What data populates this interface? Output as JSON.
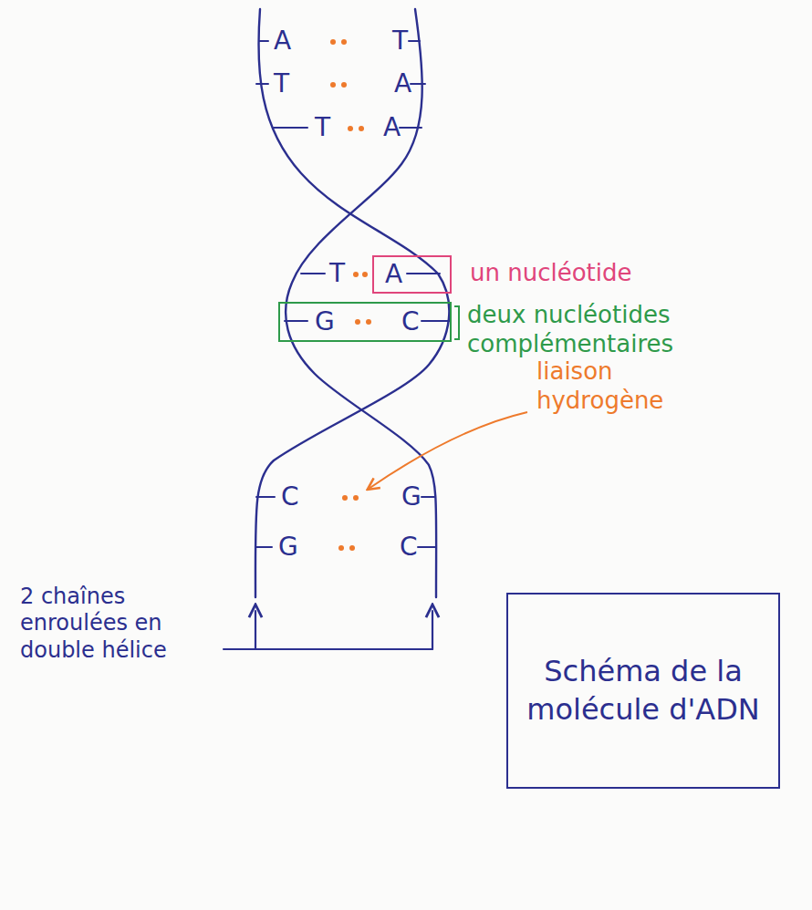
{
  "diagram": {
    "nodes": [
      {
        "text": [
          "A"
        ]
      },
      {
        "text": [
          "G",
          "C"
        ]
      },
      {
        "text": [
          "Schéma de la molécule d'ADN"
        ]
      }
    ],
    "labels": [
      "A",
      "T",
      "T",
      "A",
      "T",
      "A",
      "T",
      "un nucléotide",
      "deux nucléotides complémentaires",
      "liaison hydrogène",
      "C",
      "G",
      "G",
      "C",
      "2 chaînes enroulées en double hélice"
    ]
  }
}
